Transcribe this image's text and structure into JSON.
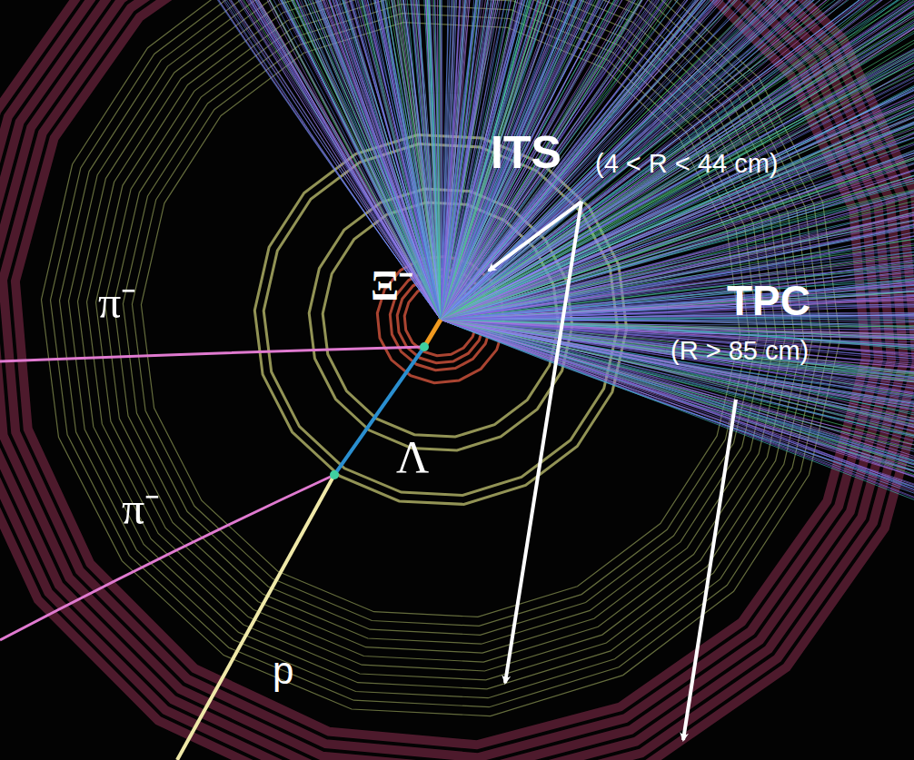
{
  "diagram": {
    "labels": [
      "ITS",
      "(4 < R < 44 cm)",
      "TPC",
      "(R > 85 cm)",
      "Ξ⁻",
      "Λ",
      "π⁻",
      "π⁻",
      "p"
    ]
  }
}
